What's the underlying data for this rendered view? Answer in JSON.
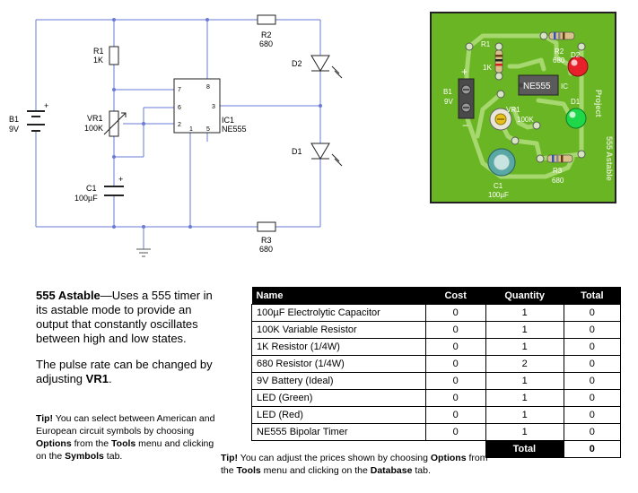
{
  "schematic": {
    "r1": {
      "name": "R1",
      "value": "1K"
    },
    "r2": {
      "name": "R2",
      "value": "680"
    },
    "r3": {
      "name": "R3",
      "value": "680"
    },
    "vr1": {
      "name": "VR1",
      "value": "100K"
    },
    "c1": {
      "name": "C1",
      "value": "100µF"
    },
    "b1": {
      "name": "B1",
      "value": "9V"
    },
    "d1": "D1",
    "d2": "D2",
    "ic1": {
      "name": "IC1",
      "value": "NE555"
    },
    "pins": [
      "7",
      "8",
      "6",
      "3",
      "2",
      "1",
      "5"
    ],
    "plus": "+"
  },
  "pcb": {
    "r1": {
      "name": "R1",
      "value": "1K"
    },
    "r2": {
      "name": "R2",
      "value": "680"
    },
    "r3": {
      "name": "R3",
      "value": "680"
    },
    "vr1": {
      "name": "VR1",
      "value": "100K"
    },
    "c1": {
      "name": "C1",
      "value": "100µF"
    },
    "b1": {
      "name": "B1",
      "value": "9V"
    },
    "d1": "D1",
    "d2": "D2",
    "ic": "NE555",
    "ic_ref": "IC",
    "side_text_a": "555 Astable",
    "side_text_b": "Project",
    "plus": "+",
    "minus": "−",
    "colors": {
      "board": "#6ab524",
      "trace": "#a6d86f",
      "border": "#222222",
      "led_red": "#e8202a",
      "led_green": "#1fd84a"
    }
  },
  "description": {
    "title": "555 Astable",
    "body": "—Uses a 555 timer in its astable mode to provide an output that constantly oscillates between high and low states.",
    "para2_pre": "The pulse rate can be changed by adjusting ",
    "para2_bold": "VR1",
    "para2_post": "."
  },
  "tip_left": {
    "tip": "Tip!",
    "t1": " You can select between American and European circuit symbols by choosing ",
    "options": "Options",
    "t2": " from the ",
    "tools": "Tools",
    "t3": " menu and clicking on the ",
    "symbols": "Symbols",
    "t4": " tab."
  },
  "tip_bottom": {
    "tip": "Tip!",
    "t1": " You can adjust the prices shown by choosing ",
    "options": "Options",
    "t2": " from the ",
    "tools": "Tools",
    "t3": " menu and clicking on the ",
    "database": "Database",
    "t4": " tab."
  },
  "table": {
    "headers": {
      "name": "Name",
      "cost": "Cost",
      "quantity": "Quantity",
      "total": "Total"
    },
    "rows": [
      {
        "name": "100µF Electrolytic Capacitor",
        "cost": "0",
        "quantity": "1",
        "total": "0"
      },
      {
        "name": "100K Variable Resistor",
        "cost": "0",
        "quantity": "1",
        "total": "0"
      },
      {
        "name": "1K Resistor (1/4W)",
        "cost": "0",
        "quantity": "1",
        "total": "0"
      },
      {
        "name": "680 Resistor (1/4W)",
        "cost": "0",
        "quantity": "2",
        "total": "0"
      },
      {
        "name": "9V Battery (Ideal)",
        "cost": "0",
        "quantity": "1",
        "total": "0"
      },
      {
        "name": "LED (Green)",
        "cost": "0",
        "quantity": "1",
        "total": "0"
      },
      {
        "name": "LED (Red)",
        "cost": "0",
        "quantity": "1",
        "total": "0"
      },
      {
        "name": "NE555 Bipolar Timer",
        "cost": "0",
        "quantity": "1",
        "total": "0"
      }
    ],
    "total_label": "Total",
    "total_value": "0"
  }
}
